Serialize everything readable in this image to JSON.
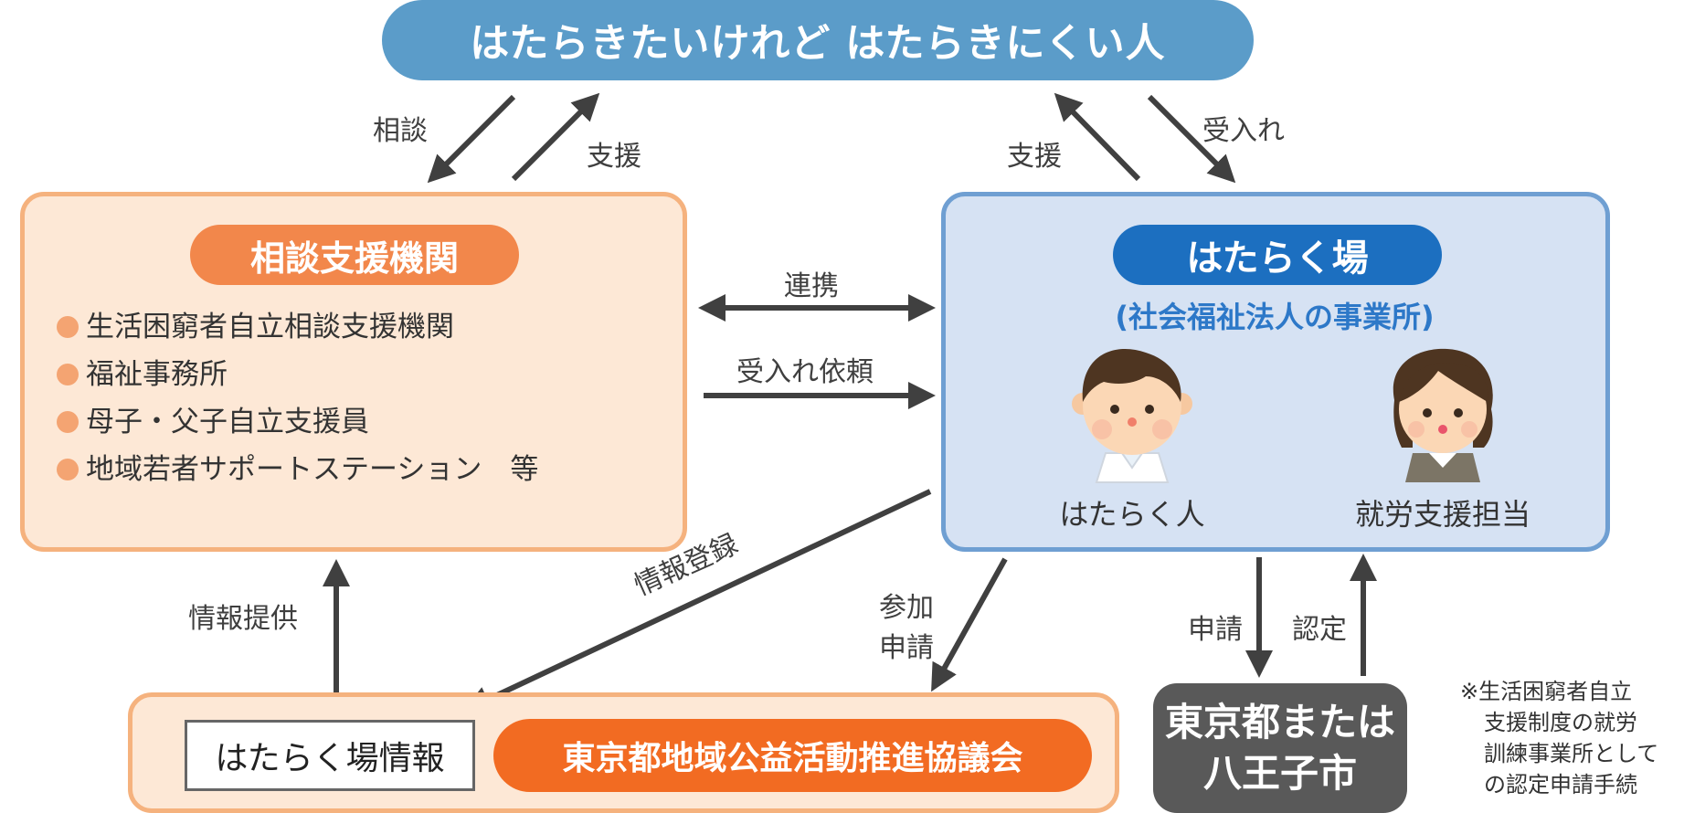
{
  "colors": {
    "banner": "#5b9cc9",
    "consult_fill": "#fde8d6",
    "consult_border": "#f5b27e",
    "consult_title": "#f2874b",
    "work_fill": "#d6e2f3",
    "work_border": "#6f9fd2",
    "work_title": "#1c6fc0",
    "council_title": "#f26b22",
    "tokyo": "#595959",
    "arrow": "#404040"
  },
  "banner": {
    "title": "はたらきたいけれど はたらきにくい人"
  },
  "arrows": {
    "consult_to_person": "相談",
    "support_left": "支援",
    "support_right": "支援",
    "accept": "受入れ",
    "cooperate": "連携",
    "accept_request": "受入れ依頼",
    "info_register": "情報登録",
    "participate": [
      "参加",
      "申請"
    ],
    "apply": "申請",
    "certify": "認定",
    "info_provide": "情報提供"
  },
  "consult": {
    "title": "相談支援機関",
    "items": [
      "生活困窮者自立相談支援機関",
      "福祉事務所",
      "母子・父子自立支援員",
      "地域若者サポートステーション　等"
    ]
  },
  "work": {
    "title": "はたらく場",
    "subtitle": "(社会福祉法人の事業所)",
    "person1": "はたらく人",
    "person2": "就労支援担当"
  },
  "council": {
    "info_label": "はたらく場情報",
    "title": "東京都地域公益活動推進協議会"
  },
  "tokyo": {
    "line1": "東京都または",
    "line2": "八王子市"
  },
  "note": [
    "※生活困窮者自立",
    "支援制度の就労",
    "訓練事業所として",
    "の認定申請手続"
  ]
}
